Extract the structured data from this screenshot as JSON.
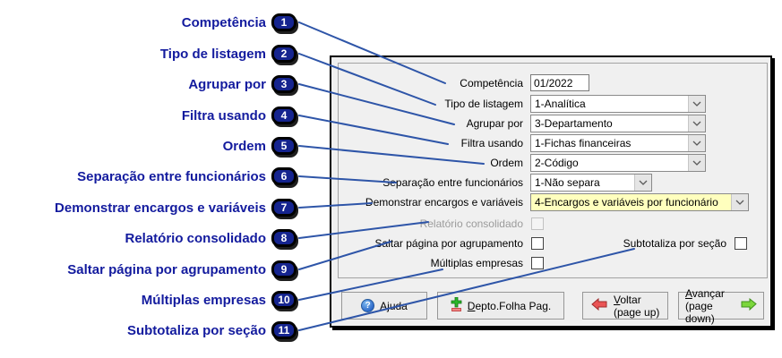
{
  "callouts": {
    "colors": {
      "label": "#131b9e",
      "badge": "#15248f",
      "line": "#2e55a8"
    },
    "items": [
      {
        "num": "1",
        "label": "Competência"
      },
      {
        "num": "2",
        "label": "Tipo de listagem"
      },
      {
        "num": "3",
        "label": "Agrupar por"
      },
      {
        "num": "4",
        "label": "Filtra usando"
      },
      {
        "num": "5",
        "label": "Ordem"
      },
      {
        "num": "6",
        "label": "Separação entre funcionários"
      },
      {
        "num": "7",
        "label": "Demonstrar encargos e variáveis"
      },
      {
        "num": "8",
        "label": "Relatório consolidado"
      },
      {
        "num": "9",
        "label": "Saltar página por agrupamento"
      },
      {
        "num": "10",
        "label": "Múltiplas empresas"
      },
      {
        "num": "11",
        "label": "Subtotaliza por seção"
      }
    ]
  },
  "dialog": {
    "fields": {
      "competencia": {
        "label": "Competência",
        "value": "01/2022"
      },
      "tipo_listagem": {
        "label": "Tipo de listagem",
        "value": "1-Analítica"
      },
      "agrupar_por": {
        "label": "Agrupar por",
        "value": "3-Departamento"
      },
      "filtra_usando": {
        "label": "Filtra usando",
        "value": "1-Fichas financeiras"
      },
      "ordem": {
        "label": "Ordem",
        "value": "2-Código"
      },
      "separacao": {
        "label": "Separação entre funcionários",
        "value": "1-Não separa"
      },
      "demonstrar": {
        "label": "Demonstrar encargos e variáveis",
        "value": "4-Encargos e variáveis por funcionário",
        "highlight": "#ffffbe"
      },
      "relatorio_consolidado": {
        "label": "Relatório consolidado",
        "checked": false,
        "disabled": true
      },
      "saltar_pagina": {
        "label": "Saltar página por agrupamento",
        "checked": false
      },
      "subtotaliza": {
        "label": "Subtotaliza por seção",
        "checked": false
      },
      "multiplas_empresas": {
        "label": "Múltiplas empresas",
        "checked": false
      }
    },
    "buttons": {
      "ajuda": {
        "pre": "A",
        "mnemonic": "j",
        "rest": "uda"
      },
      "depto": {
        "mnemonic": "D",
        "rest": "epto.Folha Pag."
      },
      "voltar": {
        "mnemonic": "V",
        "rest": "oltar",
        "line2": "(page up)"
      },
      "avancar": {
        "mnemonic": "A",
        "rest": "vançar",
        "line2": "(page down)"
      }
    }
  }
}
